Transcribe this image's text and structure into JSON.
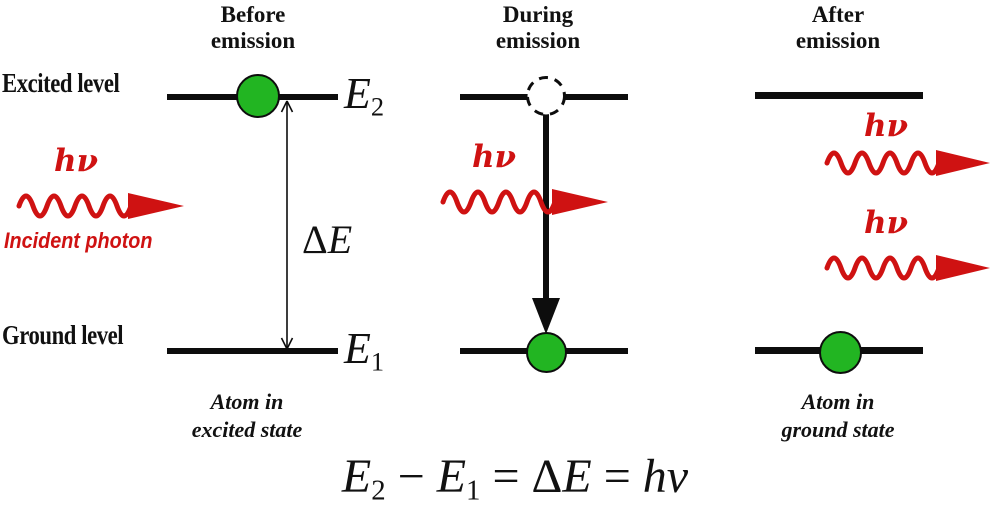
{
  "colors": {
    "atom_green": "#22b522",
    "photon_red": "#cf1212",
    "ink": "#0d0d0d"
  },
  "titles": {
    "before_1": "Before",
    "before_2": "emission",
    "during_1": "During",
    "during_2": "emission",
    "after_1": "After",
    "after_2": "emission"
  },
  "levels": {
    "excited": "Excited level",
    "ground": "Ground level"
  },
  "math": {
    "E": "E",
    "two": "2",
    "one": "1",
    "delta": "Δ",
    "minus": "−",
    "equals": "=",
    "h": "h",
    "nu": "ν",
    "hnu": "hν"
  },
  "photon": {
    "incident_caption": "Incident photon"
  },
  "captions": {
    "before_1": "Atom in",
    "before_2": "excited state",
    "after_1": "Atom in",
    "after_2": "ground state"
  }
}
